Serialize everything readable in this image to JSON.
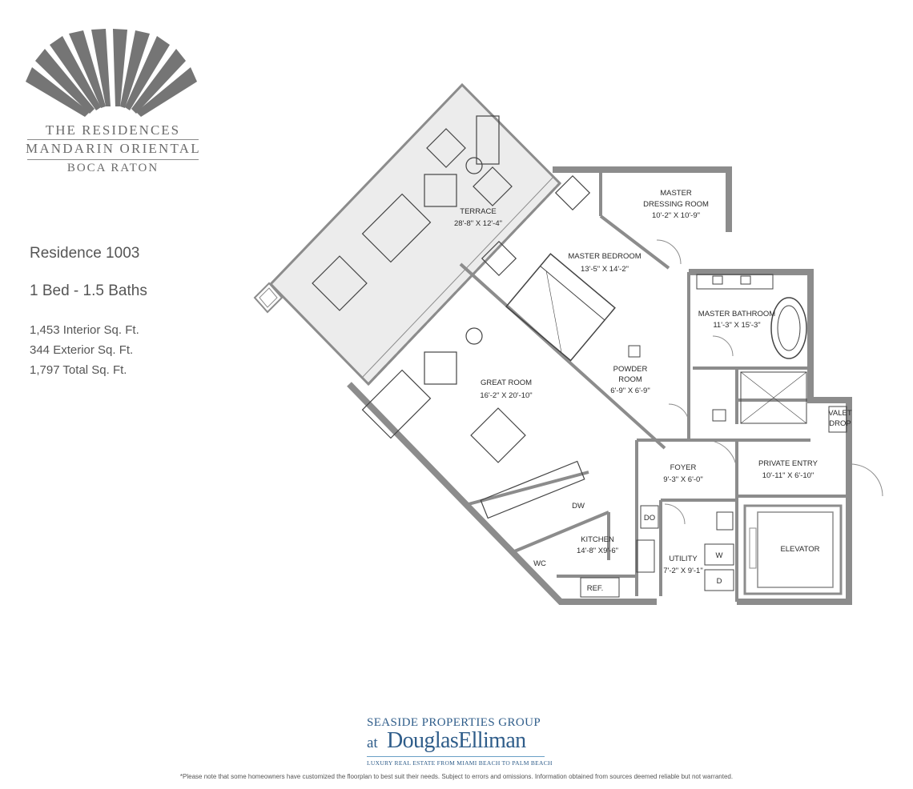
{
  "brand": {
    "line1": "THE RESIDENCES",
    "line2": "MANDARIN ORIENTAL",
    "line3": "BOCA RATON"
  },
  "info": {
    "residence": "Residence 1003",
    "beds_baths": "1 Bed - 1.5 Baths",
    "interior": "1,453 Interior Sq. Ft.",
    "exterior": "344 Exterior Sq. Ft.",
    "total": "1,797 Total Sq. Ft."
  },
  "plan": {
    "terrace": {
      "name": "TERRACE",
      "dim": "28'-8\" X 12'-4\""
    },
    "great_room": {
      "name": "GREAT ROOM",
      "dim": "16'-2\" X 20'-10\""
    },
    "master_bedroom": {
      "name": "MASTER BEDROOM",
      "dim": "13'-5\" X 14'-2\""
    },
    "master_dressing": {
      "name1": "MASTER",
      "name2": "DRESSING ROOM",
      "dim": "10'-2\" X 10'-9\""
    },
    "master_bathroom": {
      "name": "MASTER BATHROOM",
      "dim": "11'-3\" X 15'-3\""
    },
    "powder_room": {
      "name1": "POWDER",
      "name2": "ROOM",
      "dim": "6'-9\" X 6'-9\""
    },
    "foyer": {
      "name": "FOYER",
      "dim": "9'-3\" X 6'-0\""
    },
    "private_entry": {
      "name": "PRIVATE ENTRY",
      "dim": "10'-11\" X 6'-10\""
    },
    "valet_drop": {
      "name1": "VALET",
      "name2": "DROP"
    },
    "kitchen": {
      "name": "KITCHEN",
      "dim": "14'-8\" X9'-6\""
    },
    "utility": {
      "name": "UTILITY",
      "dim": "7'-2\" X 9'-1\""
    },
    "elevator": {
      "name": "ELEVATOR"
    },
    "fixtures": {
      "dw": "DW",
      "do": "DO",
      "wc": "WC",
      "ref": "REF.",
      "washer": "W",
      "dryer": "D"
    }
  },
  "footer": {
    "group": "SEASIDE PROPERTIES GROUP",
    "at": "at",
    "company": "DouglasElliman",
    "tagline": "LUXURY REAL ESTATE FROM MIAMI BEACH TO PALM BEACH",
    "disclaimer": "*Please note that some homeowners have customized the floorplan to best suit their needs. Subject to errors and omissions. Information obtained from sources deemed reliable but not warranted."
  },
  "colors": {
    "wall": "#8c8c8c",
    "terrace_fill": "#ececec",
    "brand_text": "#6b6b6b",
    "footer_blue": "#2f5d8a"
  }
}
